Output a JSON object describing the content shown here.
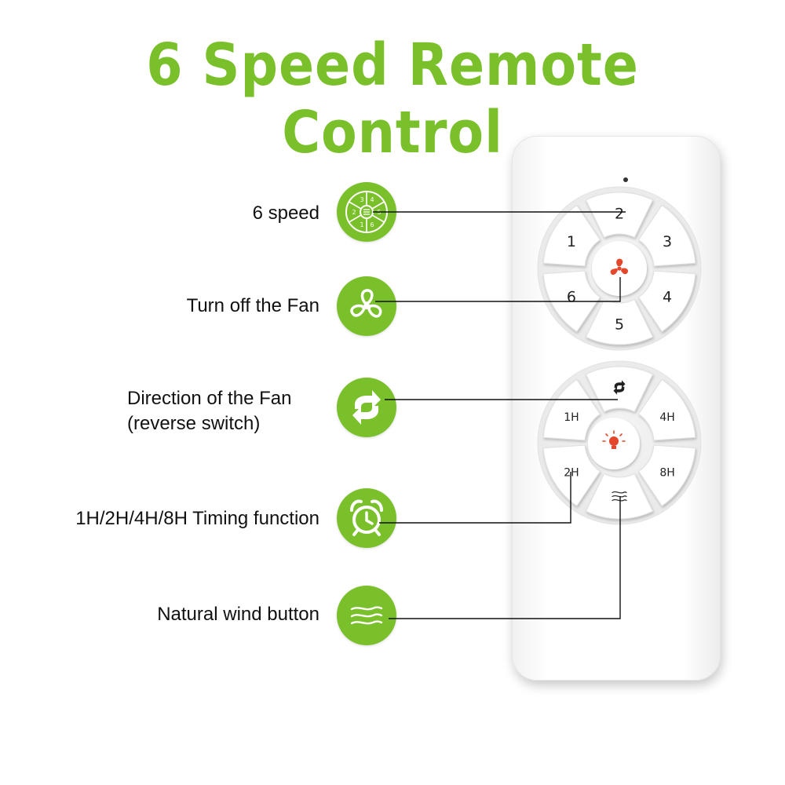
{
  "title": "6 Speed Remote Control",
  "colors": {
    "accent_green": "#79c02a",
    "fan_red": "#e4472b",
    "remote_body": "#ffffff"
  },
  "features": [
    {
      "label_lines": [
        "6 speed"
      ],
      "icon": "speed-dial-icon"
    },
    {
      "label_lines": [
        "Turn off the Fan"
      ],
      "icon": "fan-icon"
    },
    {
      "label_lines": [
        "Direction of the Fan",
        "(reverse switch)"
      ],
      "icon": "reverse-arrows-icon"
    },
    {
      "label_lines": [
        "1H/2H/4H/8H Timing function"
      ],
      "icon": "alarm-clock-icon"
    },
    {
      "label_lines": [
        "Natural wind button"
      ],
      "icon": "wind-icon"
    }
  ],
  "speed_icon_digits": [
    "3",
    "4",
    "2",
    "5",
    "1",
    "6"
  ],
  "remote": {
    "speed_keys": [
      "1",
      "2",
      "3",
      "4",
      "5",
      "6"
    ],
    "center_upper": "fan-icon",
    "timer_keys": [
      "1H",
      "2H",
      "4H",
      "8H"
    ],
    "upper_top_key": "reverse-arrows-icon",
    "center_lower": "light-bulb-icon",
    "lower_bottom_key": "wind-icon"
  }
}
